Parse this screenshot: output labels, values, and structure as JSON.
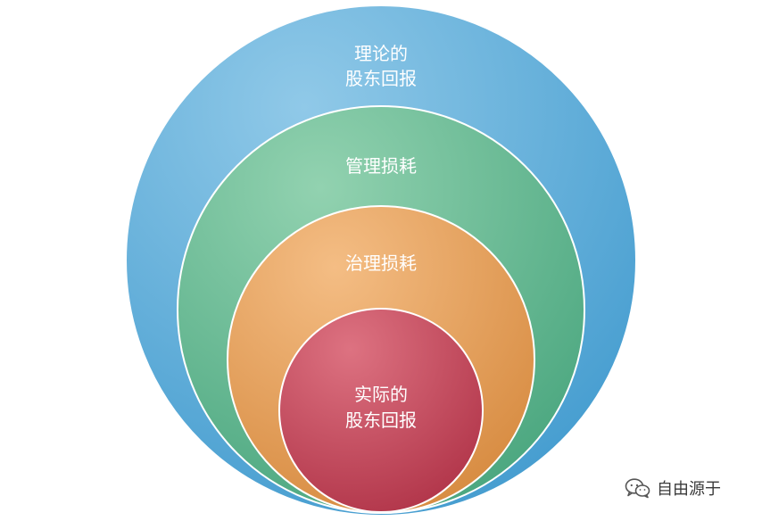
{
  "diagram": {
    "circles": [
      {
        "id": "theoretical",
        "lines": [
          "理论的",
          "股东回报"
        ],
        "color_light": "#8cc6e6",
        "color_dark": "#3f9bcf"
      },
      {
        "id": "management",
        "lines": [
          "管理损耗"
        ],
        "color_light": "#8fd0ae",
        "color_dark": "#45a57d"
      },
      {
        "id": "governance",
        "lines": [
          "治理损耗"
        ],
        "color_light": "#f2ba80",
        "color_dark": "#d88a3c"
      },
      {
        "id": "actual",
        "lines": [
          "实际的",
          "股东回报"
        ],
        "color_light": "#d96a78",
        "color_dark": "#b33347"
      }
    ]
  },
  "watermark": {
    "icon": "wechat-icon",
    "text": "自由源于"
  }
}
